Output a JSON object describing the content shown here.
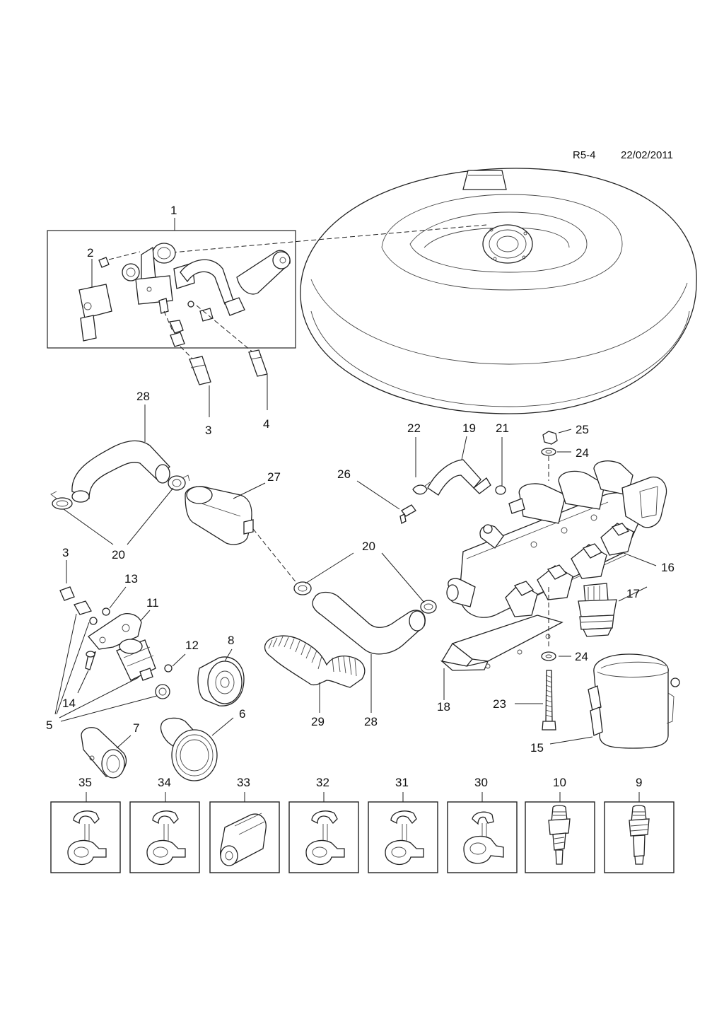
{
  "header": {
    "ref": "R5-4",
    "date": "22/02/2011"
  },
  "labels": {
    "l1": "1",
    "l2": "2",
    "l3": "3",
    "l4": "4",
    "l3b": "3",
    "l5": "5",
    "l6": "6",
    "l7": "7",
    "l8": "8",
    "l11": "11",
    "l12": "12",
    "l13": "13",
    "l14": "14",
    "l15": "15",
    "l16": "16",
    "l17": "17",
    "l18": "18",
    "l19": "19",
    "l20a": "20",
    "l20b": "20",
    "l21": "21",
    "l22": "22",
    "l23": "23",
    "l24a": "24",
    "l24b": "24",
    "l25": "25",
    "l26": "26",
    "l27": "27",
    "l28a": "28",
    "l28b": "28",
    "l29": "29"
  },
  "boxes": [
    {
      "label": "35",
      "icon": "double-clip-icon"
    },
    {
      "label": "34",
      "icon": "double-clip-icon"
    },
    {
      "label": "33",
      "icon": "split-sleeve-icon"
    },
    {
      "label": "32",
      "icon": "double-clip-icon"
    },
    {
      "label": "31",
      "icon": "double-clip-icon"
    },
    {
      "label": "30",
      "icon": "single-clip-icon"
    },
    {
      "label": "10",
      "icon": "valve-adapter-icon"
    },
    {
      "label": "9",
      "icon": "valve-adapter-icon"
    }
  ]
}
